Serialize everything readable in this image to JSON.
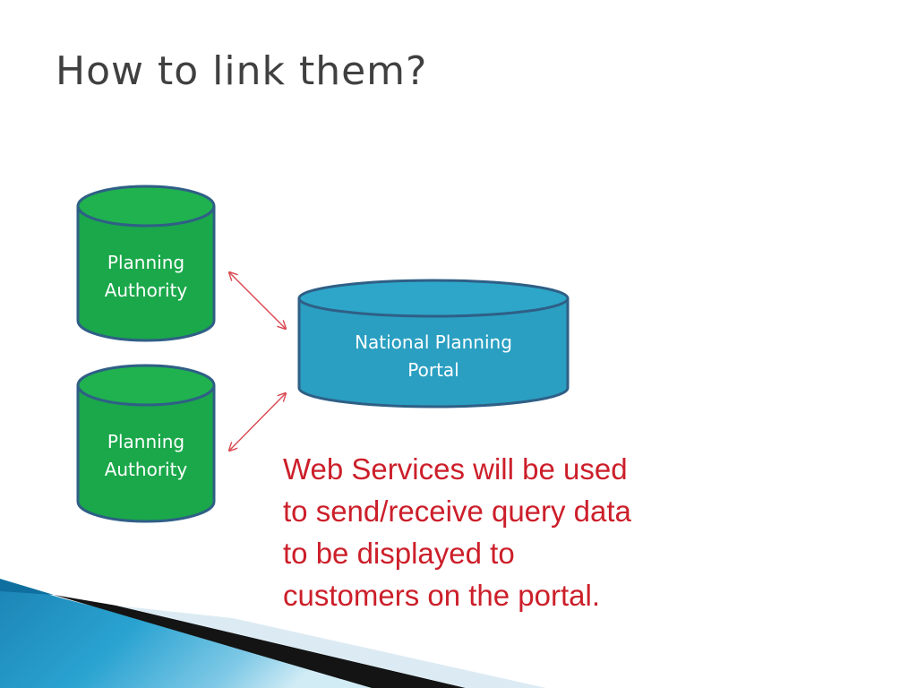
{
  "slide": {
    "title": "How to link them?"
  },
  "diagram": {
    "nodes": [
      {
        "id": "pa1",
        "label_lines": [
          "Planning",
          "Authority"
        ],
        "color": "#1aa84a"
      },
      {
        "id": "pa2",
        "label_lines": [
          "Planning",
          "Authority"
        ],
        "color": "#1aa84a"
      },
      {
        "id": "npp",
        "label_lines": [
          "National Planning",
          "Portal"
        ],
        "color": "#2a9fc2"
      }
    ],
    "connectors": [
      {
        "from": "pa1",
        "to": "npp",
        "style": "double-arrow",
        "color": "#d9474f"
      },
      {
        "from": "pa2",
        "to": "npp",
        "style": "double-arrow",
        "color": "#d9474f"
      }
    ]
  },
  "caption": {
    "lines": [
      "Web Services will be used",
      "to send/receive query data",
      "to be displayed to",
      "customers on the portal."
    ],
    "color": "#cc1f2a"
  }
}
